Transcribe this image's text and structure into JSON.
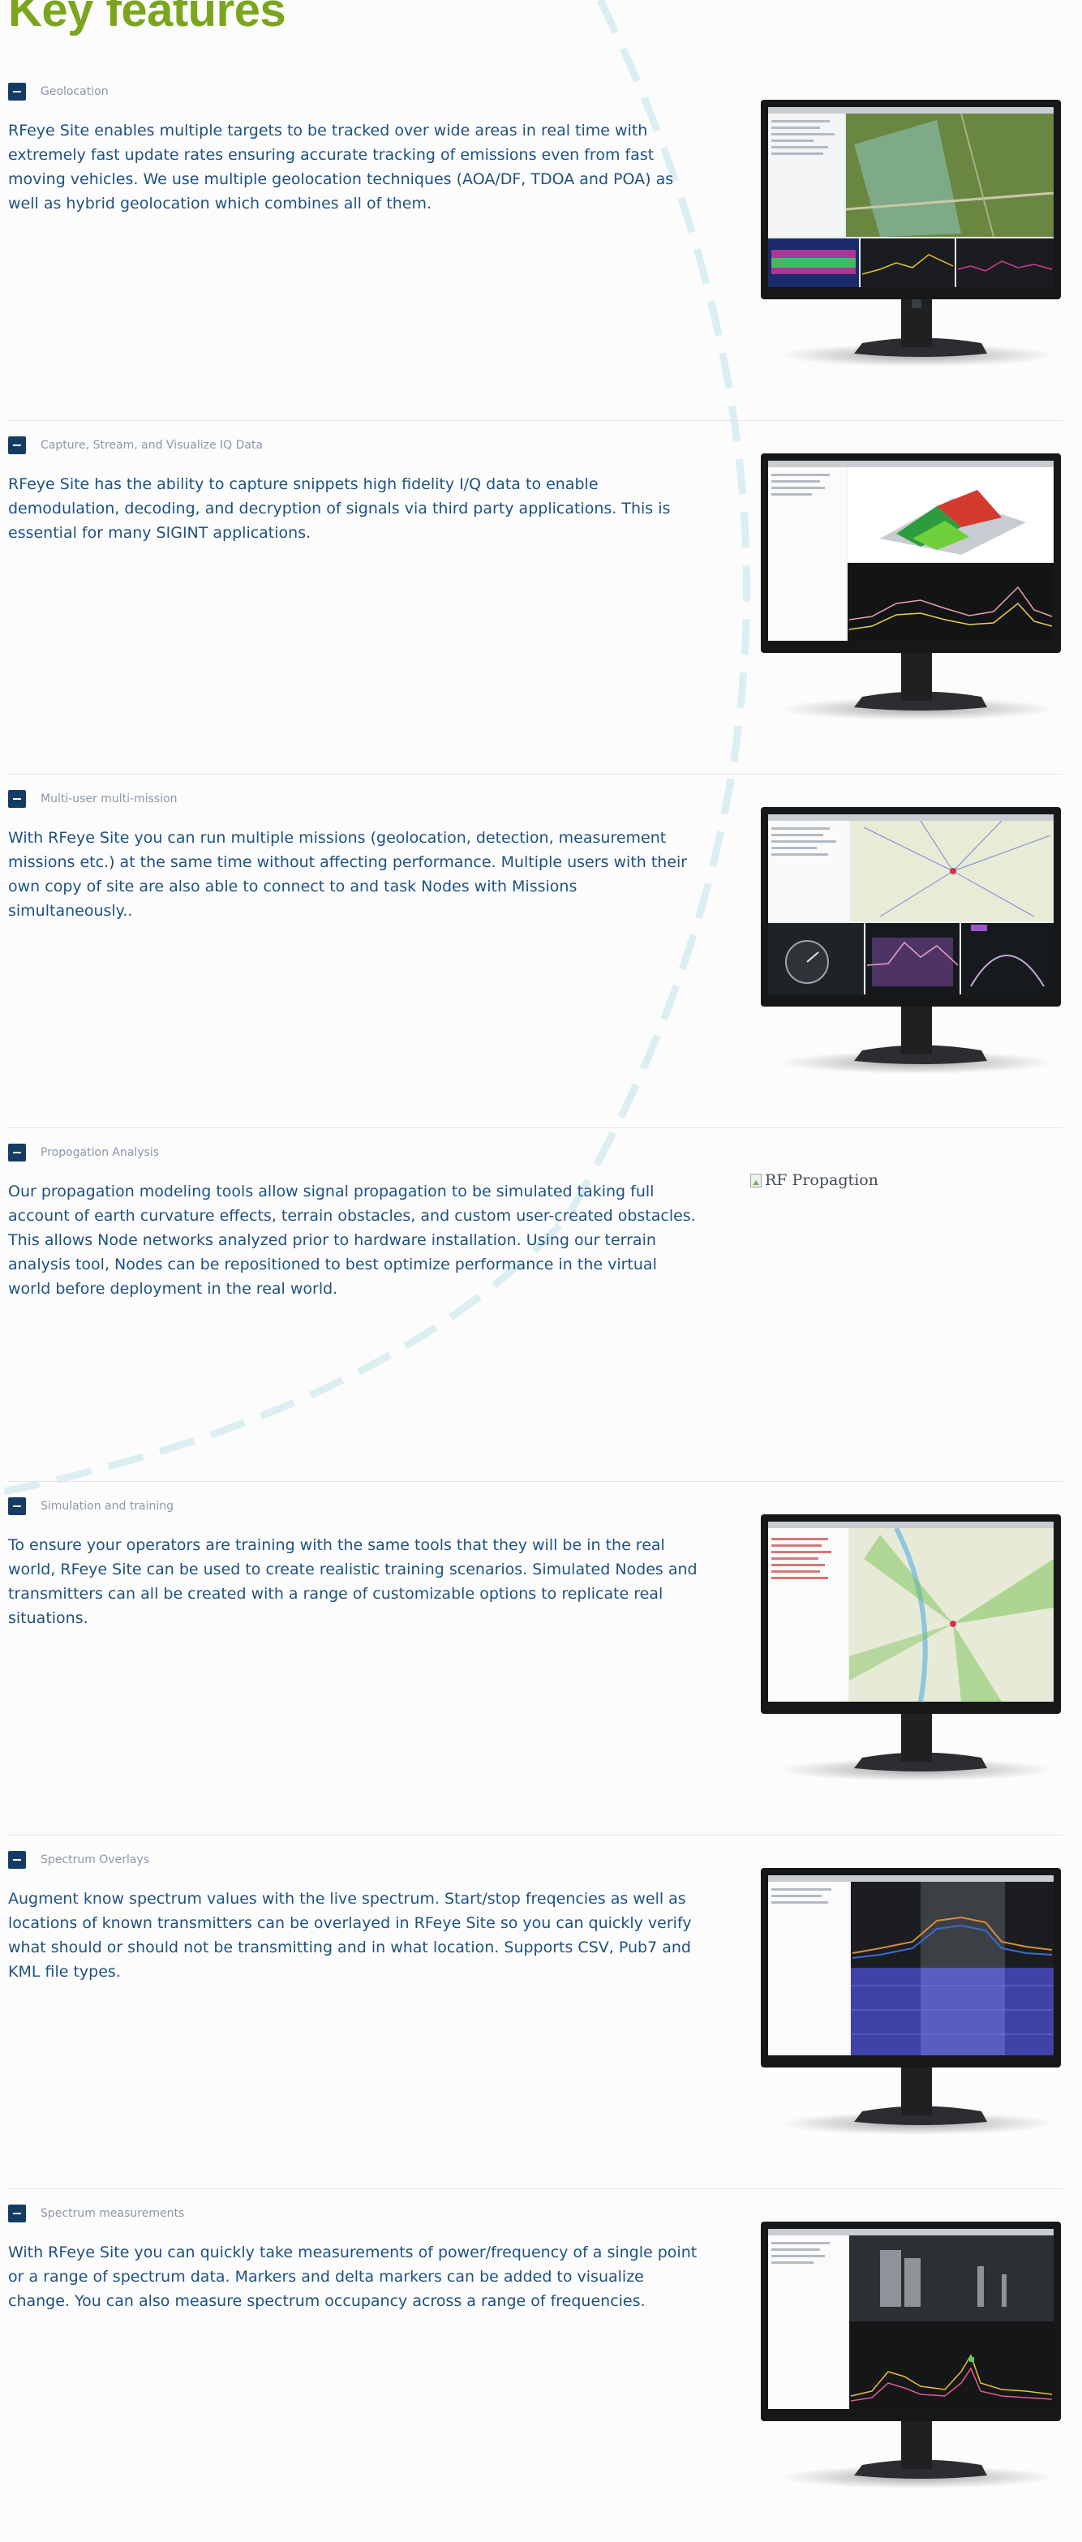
{
  "page": {
    "title": "Key features"
  },
  "features": [
    {
      "title": "Geolocation",
      "description": "RFeye Site enables multiple targets to be tracked over wide areas in real time with extremely fast update rates ensuring accurate tracking of emissions even from fast moving vehicles. We use multiple geolocation techniques (AOA/DF, TDOA and POA) as well as hybrid geolocation which combines all of them.",
      "screen": "geolocation-map"
    },
    {
      "title": "Capture, Stream, and Visualize IQ Data",
      "description": "RFeye Site has the ability to capture snippets high fidelity I/Q data to enable demodulation, decoding, and decryption of signals via third party applications. This is essential for many SIGINT applications.",
      "screen": "iq-3d-plot"
    },
    {
      "title": "Multi-user multi-mission",
      "description": "With RFeye Site you can run multiple missions (geolocation, detection, measurement missions etc.) at the same time without affecting performance. Multiple users with their own copy of site are also able to connect to and task Nodes with Missions simultaneously..",
      "screen": "multi-mission-dashboard"
    },
    {
      "title": "Propogation Analysis",
      "description": "Our propagation modeling tools allow signal propagation to be simulated taking full account of earth curvature effects, terrain obstacles, and custom user-created obstacles. This allows Node networks analyzed prior to hardware installation. Using our terrain analysis tool, Nodes can be repositioned to best optimize performance in the virtual world before deployment in the real world.",
      "image_alt": "RF Propagtion"
    },
    {
      "title": "Simulation and training",
      "description": "To ensure your operators are training with the same tools that they will be in the real world, RFeye Site can be used to create realistic training scenarios. Simulated Nodes and transmitters can all be created with a range of customizable options to replicate real situations.",
      "screen": "simulation-map"
    },
    {
      "title": "Spectrum Overlays",
      "description": "Augment know spectrum values with the live spectrum. Start/stop freqencies as well as locations of known transmitters can be overlayed in RFeye Site so you can quickly verify what should or should not be transmitting and in what location. Supports CSV, Pub7 and KML file types.",
      "screen": "spectrum-overlay"
    },
    {
      "title": "Spectrum measurements",
      "description": "With RFeye Site you can quickly take measurements of power/frequency of a single point or a range of spectrum data. Markers and delta markers can be added to visualize change. You can also measure spectrum occupancy across a range of frequencies.",
      "screen": "spectrum-measurement"
    }
  ],
  "colors": {
    "title_green": "#7ca51f",
    "text_blue": "#1f5180",
    "toggle_navy": "#153d64",
    "muted_title": "#8a98a8",
    "arc": "#dbeef2"
  },
  "icons": {
    "toggle": "minus-square-icon",
    "decoration": "dashed-arc"
  }
}
